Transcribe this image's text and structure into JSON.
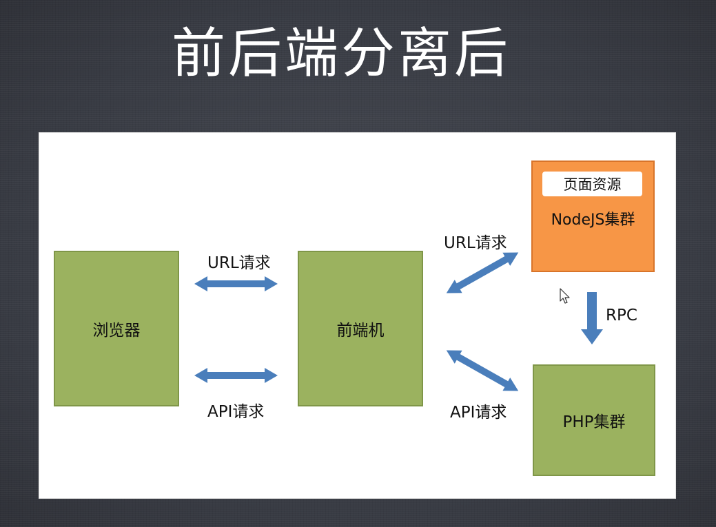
{
  "slide": {
    "title": "前后端分离后"
  },
  "diagram": {
    "nodes": {
      "browser": "浏览器",
      "frontend": "前端机",
      "node_badge": "页面资源",
      "node_cluster": "NodeJS集群",
      "php_cluster": "PHP集群"
    },
    "edges": {
      "browser_frontend_url": "URL请求",
      "browser_frontend_api": "API请求",
      "frontend_node_url": "URL请求",
      "frontend_php_api": "API请求",
      "node_php_rpc": "RPC"
    },
    "colors": {
      "arrow": "#4a7ebb",
      "green_box": "#9bb25f",
      "orange_box": "#f79646"
    }
  }
}
